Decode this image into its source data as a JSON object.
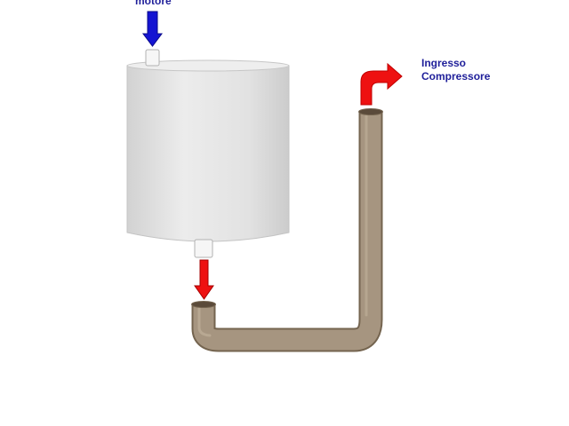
{
  "labels": {
    "motore": "motore",
    "ingresso_line1": "Ingresso",
    "ingresso_line2": "Compressore"
  },
  "colors": {
    "background": "#ffffff",
    "text": "#1f1f9a",
    "arrow_in": "#1414d2",
    "arrow_out": "#ee1111",
    "pipe": "#a69580",
    "pipe_outline": "#74644f",
    "tank": "#e4e4e4",
    "tank_outline": "#bdbdbd"
  },
  "icons": {
    "inlet_arrow": "arrow-down-icon",
    "outlet_arrow": "arrow-down-icon",
    "exit_arrow": "curved-arrow-right-icon"
  }
}
